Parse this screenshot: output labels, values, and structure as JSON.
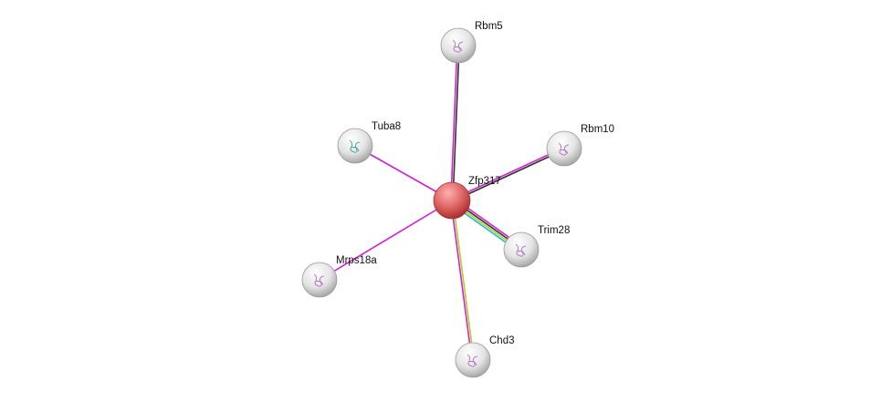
{
  "network": {
    "center": "Zfp317",
    "colors": {
      "experiments": "#d020d0",
      "textmining": "#b0d020",
      "database": "#20b8d8",
      "coexpression": "#333333",
      "query_node": "#e05050",
      "node": "#e8e8e8"
    },
    "nodes": [
      {
        "id": "Zfp317",
        "label": "Zfp317",
        "query": true
      },
      {
        "id": "Rbm5",
        "label": "Rbm5"
      },
      {
        "id": "Rbm10",
        "label": "Rbm10"
      },
      {
        "id": "Tuba8",
        "label": "Tuba8"
      },
      {
        "id": "Trim28",
        "label": "Trim28"
      },
      {
        "id": "Mrps18a",
        "label": "Mrps18a"
      },
      {
        "id": "Chd3",
        "label": "Chd3"
      }
    ],
    "edges": [
      {
        "to": "Rbm5",
        "channels": [
          "experiments",
          "coexpression"
        ]
      },
      {
        "to": "Rbm10",
        "channels": [
          "experiments",
          "coexpression"
        ]
      },
      {
        "to": "Tuba8",
        "channels": [
          "experiments"
        ]
      },
      {
        "to": "Trim28",
        "channels": [
          "experiments",
          "coexpression",
          "textmining",
          "database"
        ]
      },
      {
        "to": "Mrps18a",
        "channels": [
          "experiments"
        ]
      },
      {
        "to": "Chd3",
        "channels": [
          "textmining",
          "experiments"
        ]
      }
    ]
  }
}
